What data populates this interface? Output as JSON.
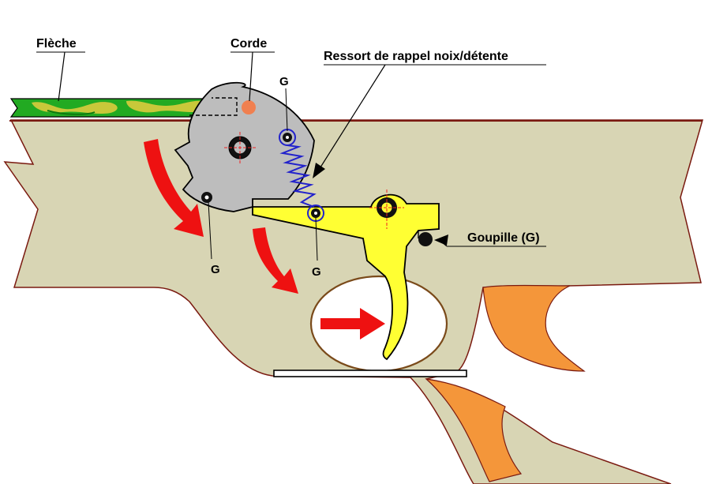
{
  "labels": {
    "fleche": "Flèche",
    "corde": "Corde",
    "ressort": "Ressort de rappel noix/détente",
    "g_top": "G",
    "g_left": "G",
    "g_mid": "G",
    "goupille": "Goupille (G)"
  },
  "colors": {
    "stock": "#d8d5b4",
    "outline": "#7a1a10",
    "grip_accent": "#f4963a",
    "arrow_stock_green": "#22aa22",
    "arrow_stock_yellow": "#c8c83a",
    "nut": "#bdbdbd",
    "trigger": "#ffff33",
    "spring": "#2222cc",
    "string": "#f08050",
    "motion_arrow": "#ee1111",
    "crosshair": "#ee2222"
  }
}
